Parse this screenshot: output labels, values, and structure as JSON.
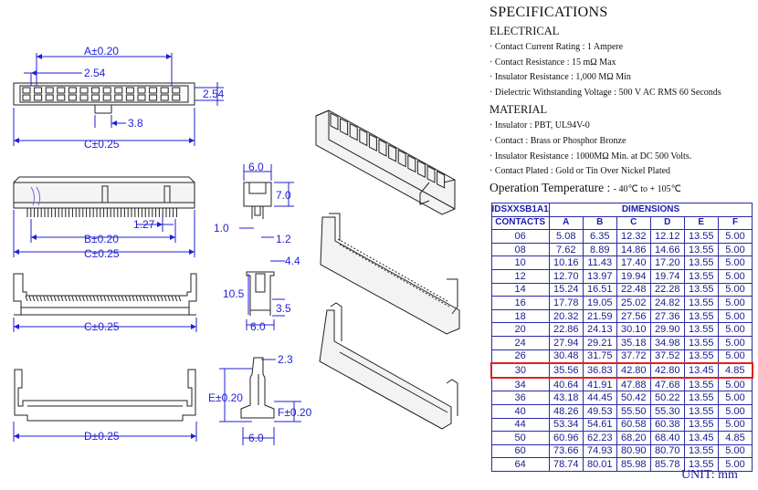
{
  "specs": {
    "title": "SPECIFICATIONS",
    "electrical_heading": "ELECTRICAL",
    "electrical": [
      "· Contact Current Rating  : 1 Ampere",
      "· Contact Resistance  :  15 mΩ  Max",
      "· Insulator Resistance  :  1,000 MΩ  Min",
      "· Dielectric Withstanding Voltage :  500 V AC RMS 60 Seconds"
    ],
    "material_heading": "MATERIAL",
    "material": [
      "· Insulator  :  PBT, UL94V-0",
      "· Contact  :  Brass or Phosphor Bronze",
      "· Insulator Resistance : 1000MΩ   Min. at DC 500 Volts.",
      "· Contact Plated :  Gold or Tin Over Nickel Plated"
    ],
    "op_temp_label": "Operation Temperature  :",
    "op_temp_value": "- 40℃  to + 105℃"
  },
  "table": {
    "part_label": "IDSXXSB1A1",
    "dimensions_label": "DIMENSIONS",
    "contacts_label": "CONTACTS",
    "columns": [
      "A",
      "B",
      "C",
      "D",
      "E",
      "F"
    ],
    "rows": [
      [
        "06",
        "5.08",
        "6.35",
        "12.32",
        "12.12",
        "13.55",
        "5.00"
      ],
      [
        "08",
        "7.62",
        "8.89",
        "14.86",
        "14.66",
        "13.55",
        "5.00"
      ],
      [
        "10",
        "10.16",
        "11.43",
        "17.40",
        "17.20",
        "13.55",
        "5.00"
      ],
      [
        "12",
        "12.70",
        "13.97",
        "19.94",
        "19.74",
        "13.55",
        "5.00"
      ],
      [
        "14",
        "15.24",
        "16.51",
        "22.48",
        "22.28",
        "13.55",
        "5.00"
      ],
      [
        "16",
        "17.78",
        "19.05",
        "25.02",
        "24.82",
        "13.55",
        "5.00"
      ],
      [
        "18",
        "20.32",
        "21.59",
        "27.56",
        "27.36",
        "13.55",
        "5.00"
      ],
      [
        "20",
        "22.86",
        "24.13",
        "30.10",
        "29.90",
        "13.55",
        "5.00"
      ],
      [
        "24",
        "27.94",
        "29.21",
        "35.18",
        "34.98",
        "13.55",
        "5.00"
      ],
      [
        "26",
        "30.48",
        "31.75",
        "37.72",
        "37.52",
        "13.55",
        "5.00"
      ],
      [
        "30",
        "35.56",
        "36.83",
        "42.80",
        "42.80",
        "13.45",
        "4.85"
      ],
      [
        "34",
        "40.64",
        "41.91",
        "47.88",
        "47.68",
        "13.55",
        "5.00"
      ],
      [
        "36",
        "43.18",
        "44.45",
        "50.42",
        "50.22",
        "13.55",
        "5.00"
      ],
      [
        "40",
        "48.26",
        "49.53",
        "55.50",
        "55.30",
        "13.55",
        "5.00"
      ],
      [
        "44",
        "53.34",
        "54.61",
        "60.58",
        "60.38",
        "13.55",
        "5.00"
      ],
      [
        "50",
        "60.96",
        "62.23",
        "68.20",
        "68.40",
        "13.45",
        "4.85"
      ],
      [
        "60",
        "73.66",
        "74.93",
        "80.90",
        "80.70",
        "13.55",
        "5.00"
      ],
      [
        "64",
        "78.74",
        "80.01",
        "85.98",
        "85.78",
        "13.55",
        "5.00"
      ]
    ],
    "highlighted_row": "30"
  },
  "unit": "UNIT:  mm",
  "dims": {
    "a": "A±0.20",
    "pitch": "2.54",
    "row_pitch": "2.54",
    "key": "3.8",
    "c": "C±0.25",
    "b": "B±0.20",
    "tail": "1.27",
    "w6": "6.0",
    "h7": "7.0",
    "d1": "1.0",
    "d12": "1.2",
    "w44": "4.4",
    "h105": "10.5",
    "d35": "3.5",
    "d": "D±0.25",
    "d23": "2.3",
    "e": "E±0.20",
    "f": "F±0.20"
  },
  "colors": {
    "dimension": "#1f1fd6",
    "highlight": "#e02020",
    "line": "#222222"
  }
}
